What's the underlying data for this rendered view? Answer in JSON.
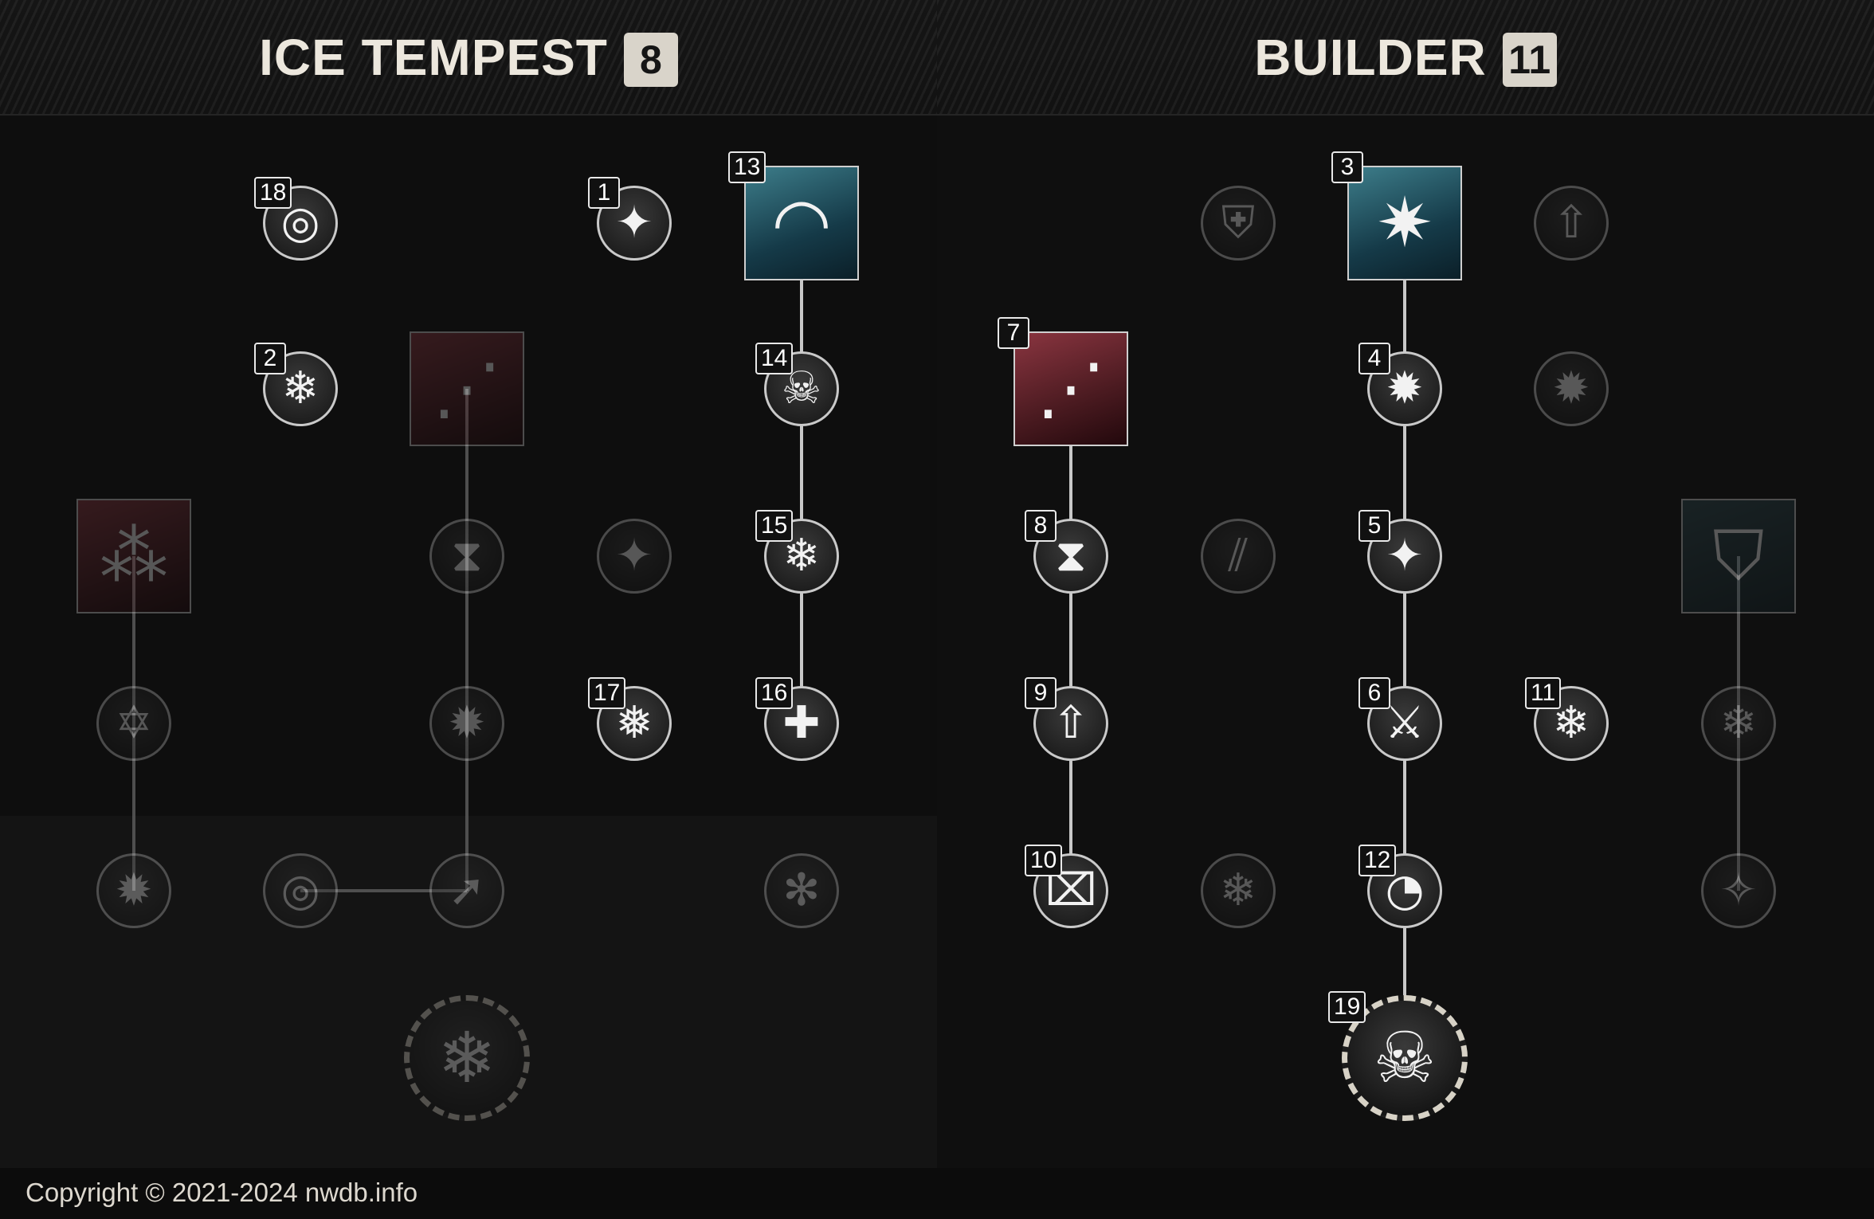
{
  "trees": [
    {
      "title": "ICE TEMPEST",
      "points": "8",
      "nodes": [
        {
          "id": "l18",
          "badge": "18",
          "icon": "rotating-disc-icon",
          "glyph": "◎",
          "shape": "circle",
          "active": true
        },
        {
          "id": "l1",
          "badge": "1",
          "icon": "sparkle-plus-icon",
          "glyph": "✦",
          "shape": "circle",
          "active": true
        },
        {
          "id": "l13",
          "badge": "13",
          "icon": "ice-tempest-dome-icon",
          "glyph": "◠",
          "shape": "square",
          "active": true,
          "theme": "ice"
        },
        {
          "id": "l2",
          "badge": "2",
          "icon": "snowflake-icon",
          "glyph": "❄",
          "shape": "circle",
          "active": true
        },
        {
          "id": "lsq2",
          "badge": "",
          "icon": "ice-shards-icon",
          "glyph": "⋰",
          "shape": "square",
          "active": false,
          "theme": "fire"
        },
        {
          "id": "l14",
          "badge": "14",
          "icon": "skull-hourglass-icon",
          "glyph": "☠",
          "shape": "circle",
          "active": true
        },
        {
          "id": "lsq3",
          "badge": "",
          "icon": "frost-spear-icon",
          "glyph": "⁂",
          "shape": "square",
          "active": false,
          "theme": "fire"
        },
        {
          "id": "lh",
          "badge": "",
          "icon": "hourglass-down-icon",
          "glyph": "⧗",
          "shape": "circle",
          "active": false
        },
        {
          "id": "ls",
          "badge": "",
          "icon": "sparkle-icon",
          "glyph": "✦",
          "shape": "circle",
          "active": false
        },
        {
          "id": "l15",
          "badge": "15",
          "icon": "snowflake-shield-icon",
          "glyph": "❄",
          "shape": "circle",
          "active": true
        },
        {
          "id": "lst",
          "badge": "",
          "icon": "star-snowflake-icon",
          "glyph": "✡",
          "shape": "circle",
          "active": false
        },
        {
          "id": "lsu",
          "badge": "",
          "icon": "burst-up-icon",
          "glyph": "✹",
          "shape": "circle",
          "active": false
        },
        {
          "id": "l17",
          "badge": "17",
          "icon": "snowflake-burst-icon",
          "glyph": "❅",
          "shape": "circle",
          "active": true
        },
        {
          "id": "l16",
          "badge": "16",
          "icon": "burst-plus-icon",
          "glyph": "✚",
          "shape": "circle",
          "active": true
        },
        {
          "id": "lbu",
          "badge": "",
          "icon": "burst-up-icon",
          "glyph": "✹",
          "shape": "circle",
          "active": false
        },
        {
          "id": "ldisc",
          "badge": "",
          "icon": "rotating-disc-icon",
          "glyph": "◎",
          "shape": "circle",
          "active": false
        },
        {
          "id": "larrow",
          "badge": "",
          "icon": "arrow-up-right-icon",
          "glyph": "➚",
          "shape": "circle",
          "active": false
        },
        {
          "id": "lsnowx",
          "badge": "",
          "icon": "snowflake-cross-icon",
          "glyph": "✻",
          "shape": "circle",
          "active": false
        },
        {
          "id": "lult",
          "badge": "",
          "icon": "frost-ring-icon",
          "glyph": "❄",
          "shape": "big",
          "active": false
        }
      ]
    },
    {
      "title": "BUILDER",
      "points": "11",
      "nodes": [
        {
          "id": "rshield",
          "badge": "",
          "icon": "shield-axe-icon",
          "glyph": "⛨",
          "shape": "circle",
          "active": false
        },
        {
          "id": "r3",
          "badge": "3",
          "icon": "ice-pylon-icon",
          "glyph": "✷",
          "shape": "square",
          "active": true,
          "theme": "ice"
        },
        {
          "id": "rboot",
          "badge": "",
          "icon": "boot-up-icon",
          "glyph": "⇧",
          "shape": "circle",
          "active": false
        },
        {
          "id": "r7",
          "badge": "7",
          "icon": "ice-shards-icon",
          "glyph": "⋰",
          "shape": "square",
          "active": true,
          "theme": "fire"
        },
        {
          "id": "r4",
          "badge": "4",
          "icon": "burst-up-icon",
          "glyph": "✹",
          "shape": "circle",
          "active": true
        },
        {
          "id": "rbu",
          "badge": "",
          "icon": "burst-up-icon",
          "glyph": "✹",
          "shape": "circle",
          "active": false
        },
        {
          "id": "r8",
          "badge": "8",
          "icon": "hourglass-up-icon",
          "glyph": "⧗",
          "shape": "circle",
          "active": true
        },
        {
          "id": "rrun",
          "badge": "",
          "icon": "running-figures-icon",
          "glyph": "⫽",
          "shape": "circle",
          "active": false
        },
        {
          "id": "r5",
          "badge": "5",
          "icon": "sparkle-plus-icon",
          "glyph": "✦",
          "shape": "circle",
          "active": true
        },
        {
          "id": "rsq",
          "badge": "",
          "icon": "ice-shield-figure-icon",
          "glyph": "⛉",
          "shape": "square",
          "active": false,
          "theme": "frost"
        },
        {
          "id": "r9",
          "badge": "9",
          "icon": "boot-up-icon",
          "glyph": "⇧",
          "shape": "circle",
          "active": true
        },
        {
          "id": "r6",
          "badge": "6",
          "icon": "slashing-figure-icon",
          "glyph": "⚔",
          "shape": "circle",
          "active": true
        },
        {
          "id": "r11",
          "badge": "11",
          "icon": "snowflake-cycle-icon",
          "glyph": "❄",
          "shape": "circle",
          "active": true
        },
        {
          "id": "rshsnow",
          "badge": "",
          "icon": "shield-snowflake-icon",
          "glyph": "❄",
          "shape": "circle",
          "active": false
        },
        {
          "id": "r10",
          "badge": "10",
          "icon": "gift-box-icon",
          "glyph": "⌧",
          "shape": "circle",
          "active": true
        },
        {
          "id": "rhouse",
          "badge": "",
          "icon": "house-snowflake-icon",
          "glyph": "❄",
          "shape": "circle",
          "active": false
        },
        {
          "id": "r12",
          "badge": "12",
          "icon": "cooldown-hand-icon",
          "glyph": "◔",
          "shape": "circle",
          "active": true
        },
        {
          "id": "rshsp",
          "badge": "",
          "icon": "shield-sparkle-icon",
          "glyph": "✧",
          "shape": "circle",
          "active": false
        },
        {
          "id": "r19",
          "badge": "19",
          "icon": "skull-snowflake-icon",
          "glyph": "☠",
          "shape": "big",
          "active": true
        }
      ]
    }
  ],
  "footer": {
    "copyright": "Copyright © 2021-2024 nwdb.info"
  }
}
